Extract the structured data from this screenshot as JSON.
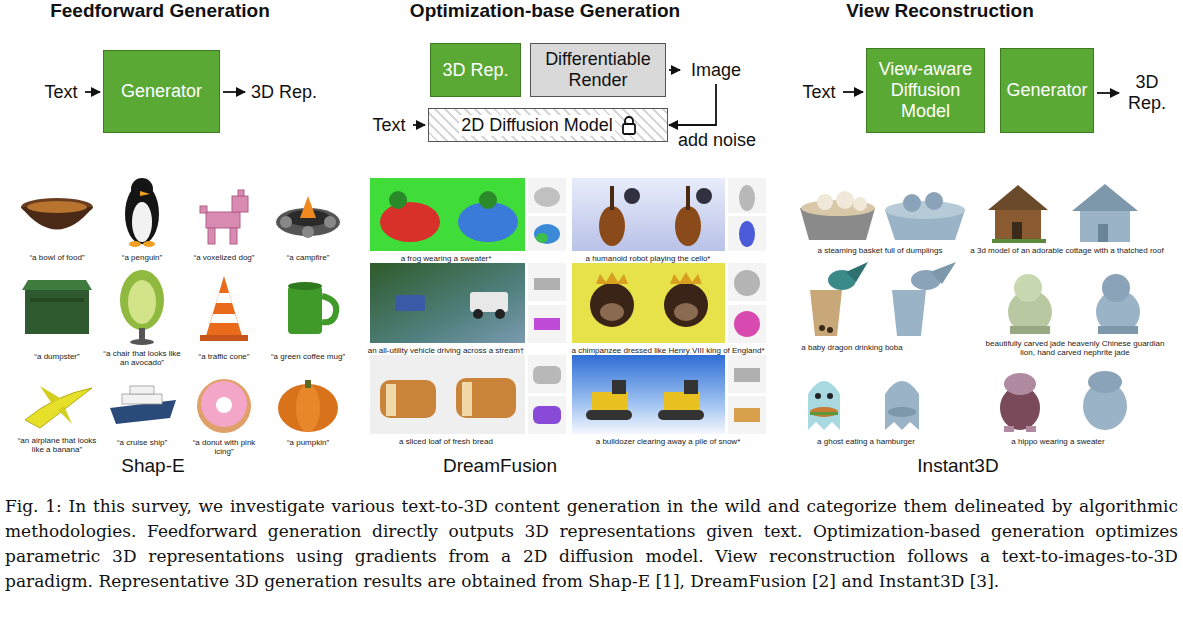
{
  "diagram": {
    "caption": "Fig. 1: In this survey, we investigate various text-to-3D content generation in the wild and categorize them delineated by algorithmic methodologies. Feedforward generation directly outputs 3D representations given text. Optimization-based generation optimizes parametric 3D representations using gradients from a 2D diffusion model. View reconstruction follows a text-to-images-to-3D paradigm. Representative 3D generation results are obtained from Shap-E [1], DreamFusion [2] and Instant3D [3].",
    "nodes": [
      {
        "text": [
          "Text"
        ]
      },
      {
        "text": [
          "Generator"
        ]
      },
      {
        "text": [
          "3D Rep."
        ]
      },
      {
        "text": [
          "3D Rep."
        ]
      },
      {
        "text": [
          "Differentiable Render"
        ]
      },
      {
        "text": [
          "Image"
        ]
      },
      {
        "text": [
          "Text"
        ]
      },
      {
        "text": [
          "2D Diffusion Model"
        ]
      },
      {
        "text": [
          "Text"
        ]
      },
      {
        "text": [
          "View-aware Diffusion Model"
        ]
      },
      {
        "text": [
          "Generator"
        ]
      },
      {
        "text": [
          "3D Rep."
        ]
      }
    ],
    "edges": [
      {
        "from": 0,
        "to": 1,
        "arrow": "to"
      },
      {
        "from": 1,
        "to": 2,
        "arrow": "to"
      },
      {
        "from": 4,
        "to": 5,
        "arrow": "to"
      },
      {
        "from": 6,
        "to": 7,
        "arrow": "to"
      },
      {
        "from": 5,
        "to": 7,
        "label": "add noise",
        "arrow": "to"
      },
      {
        "from": 8,
        "to": 9,
        "arrow": "to"
      },
      {
        "from": 10,
        "to": 11,
        "arrow": "to"
      }
    ],
    "labels": [
      "Feedforward Generation",
      "Optimization-base Generation",
      "View Reconstruction",
      "“a bowl of food”",
      "“a penguin”",
      "“a voxelized dog”",
      "“a campfire”",
      "“a dumpster”",
      "“a chair that looks like an avocado”",
      "“a traffic cone”",
      "“a green coffee mug”",
      "“an airplane that looks like a banana”",
      "“a cruise ship”",
      "“a donut with pink icing”",
      "“a pumpkin”",
      "a frog wearing a sweater*",
      "a humanoid robot playing the cello*",
      "an all-utility vehicle driving across a stream†",
      "a chimpanzee dressed like Henry VIII king of England*",
      "a sliced loaf of fresh bread",
      "a bulldozer clearing away a pile of snow*",
      "a steaming basket full of dumplings",
      "a 3d model of an adorable cottage with a thatched roof",
      "a baby dragon drinking boba",
      "beautifully carved jade heavenly Chinese guardian lion, hand carved nephrite jade",
      "a ghost eating a hamburger",
      "a hippo wearing a sweater",
      "Shap-E",
      "DreamFusion",
      "Instant3D"
    ]
  }
}
